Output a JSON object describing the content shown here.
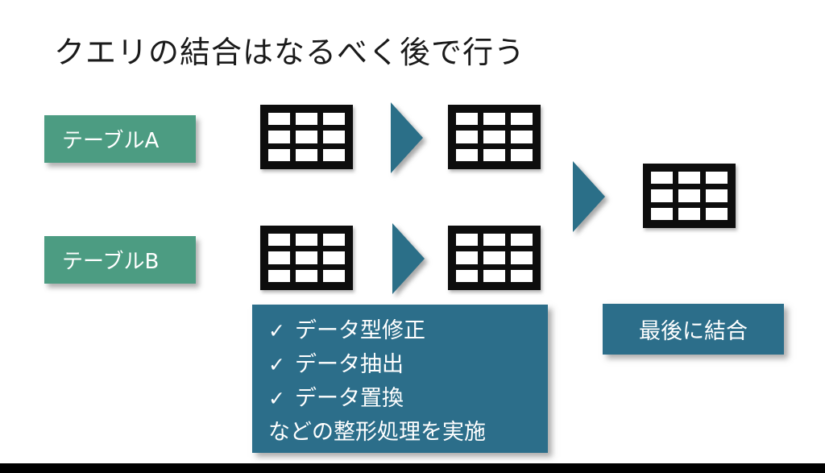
{
  "slide": {
    "title": "クエリの結合はなるべく後で行う",
    "table_labels": [
      {
        "label": "テーブルA"
      },
      {
        "label": "テーブルB"
      }
    ],
    "checklist": {
      "check_glyph": "✓",
      "items": [
        "データ型修正",
        "データ抽出",
        "データ置換"
      ],
      "footer": "などの整形処理を実施"
    },
    "merge_label": "最後に結合",
    "icons": {
      "table_icon": "3x3-grid-table",
      "arrow_icon": "right-pointing-triangle"
    },
    "colors": {
      "label_green": "#4C9C82",
      "box_teal": "#2C6E8A",
      "arrow_teal": "#2B6F88",
      "table_black": "#0D0D0D",
      "title_text": "#1A1A1A",
      "bottom_bar": "#000000",
      "background": "#FFFFFF"
    }
  }
}
